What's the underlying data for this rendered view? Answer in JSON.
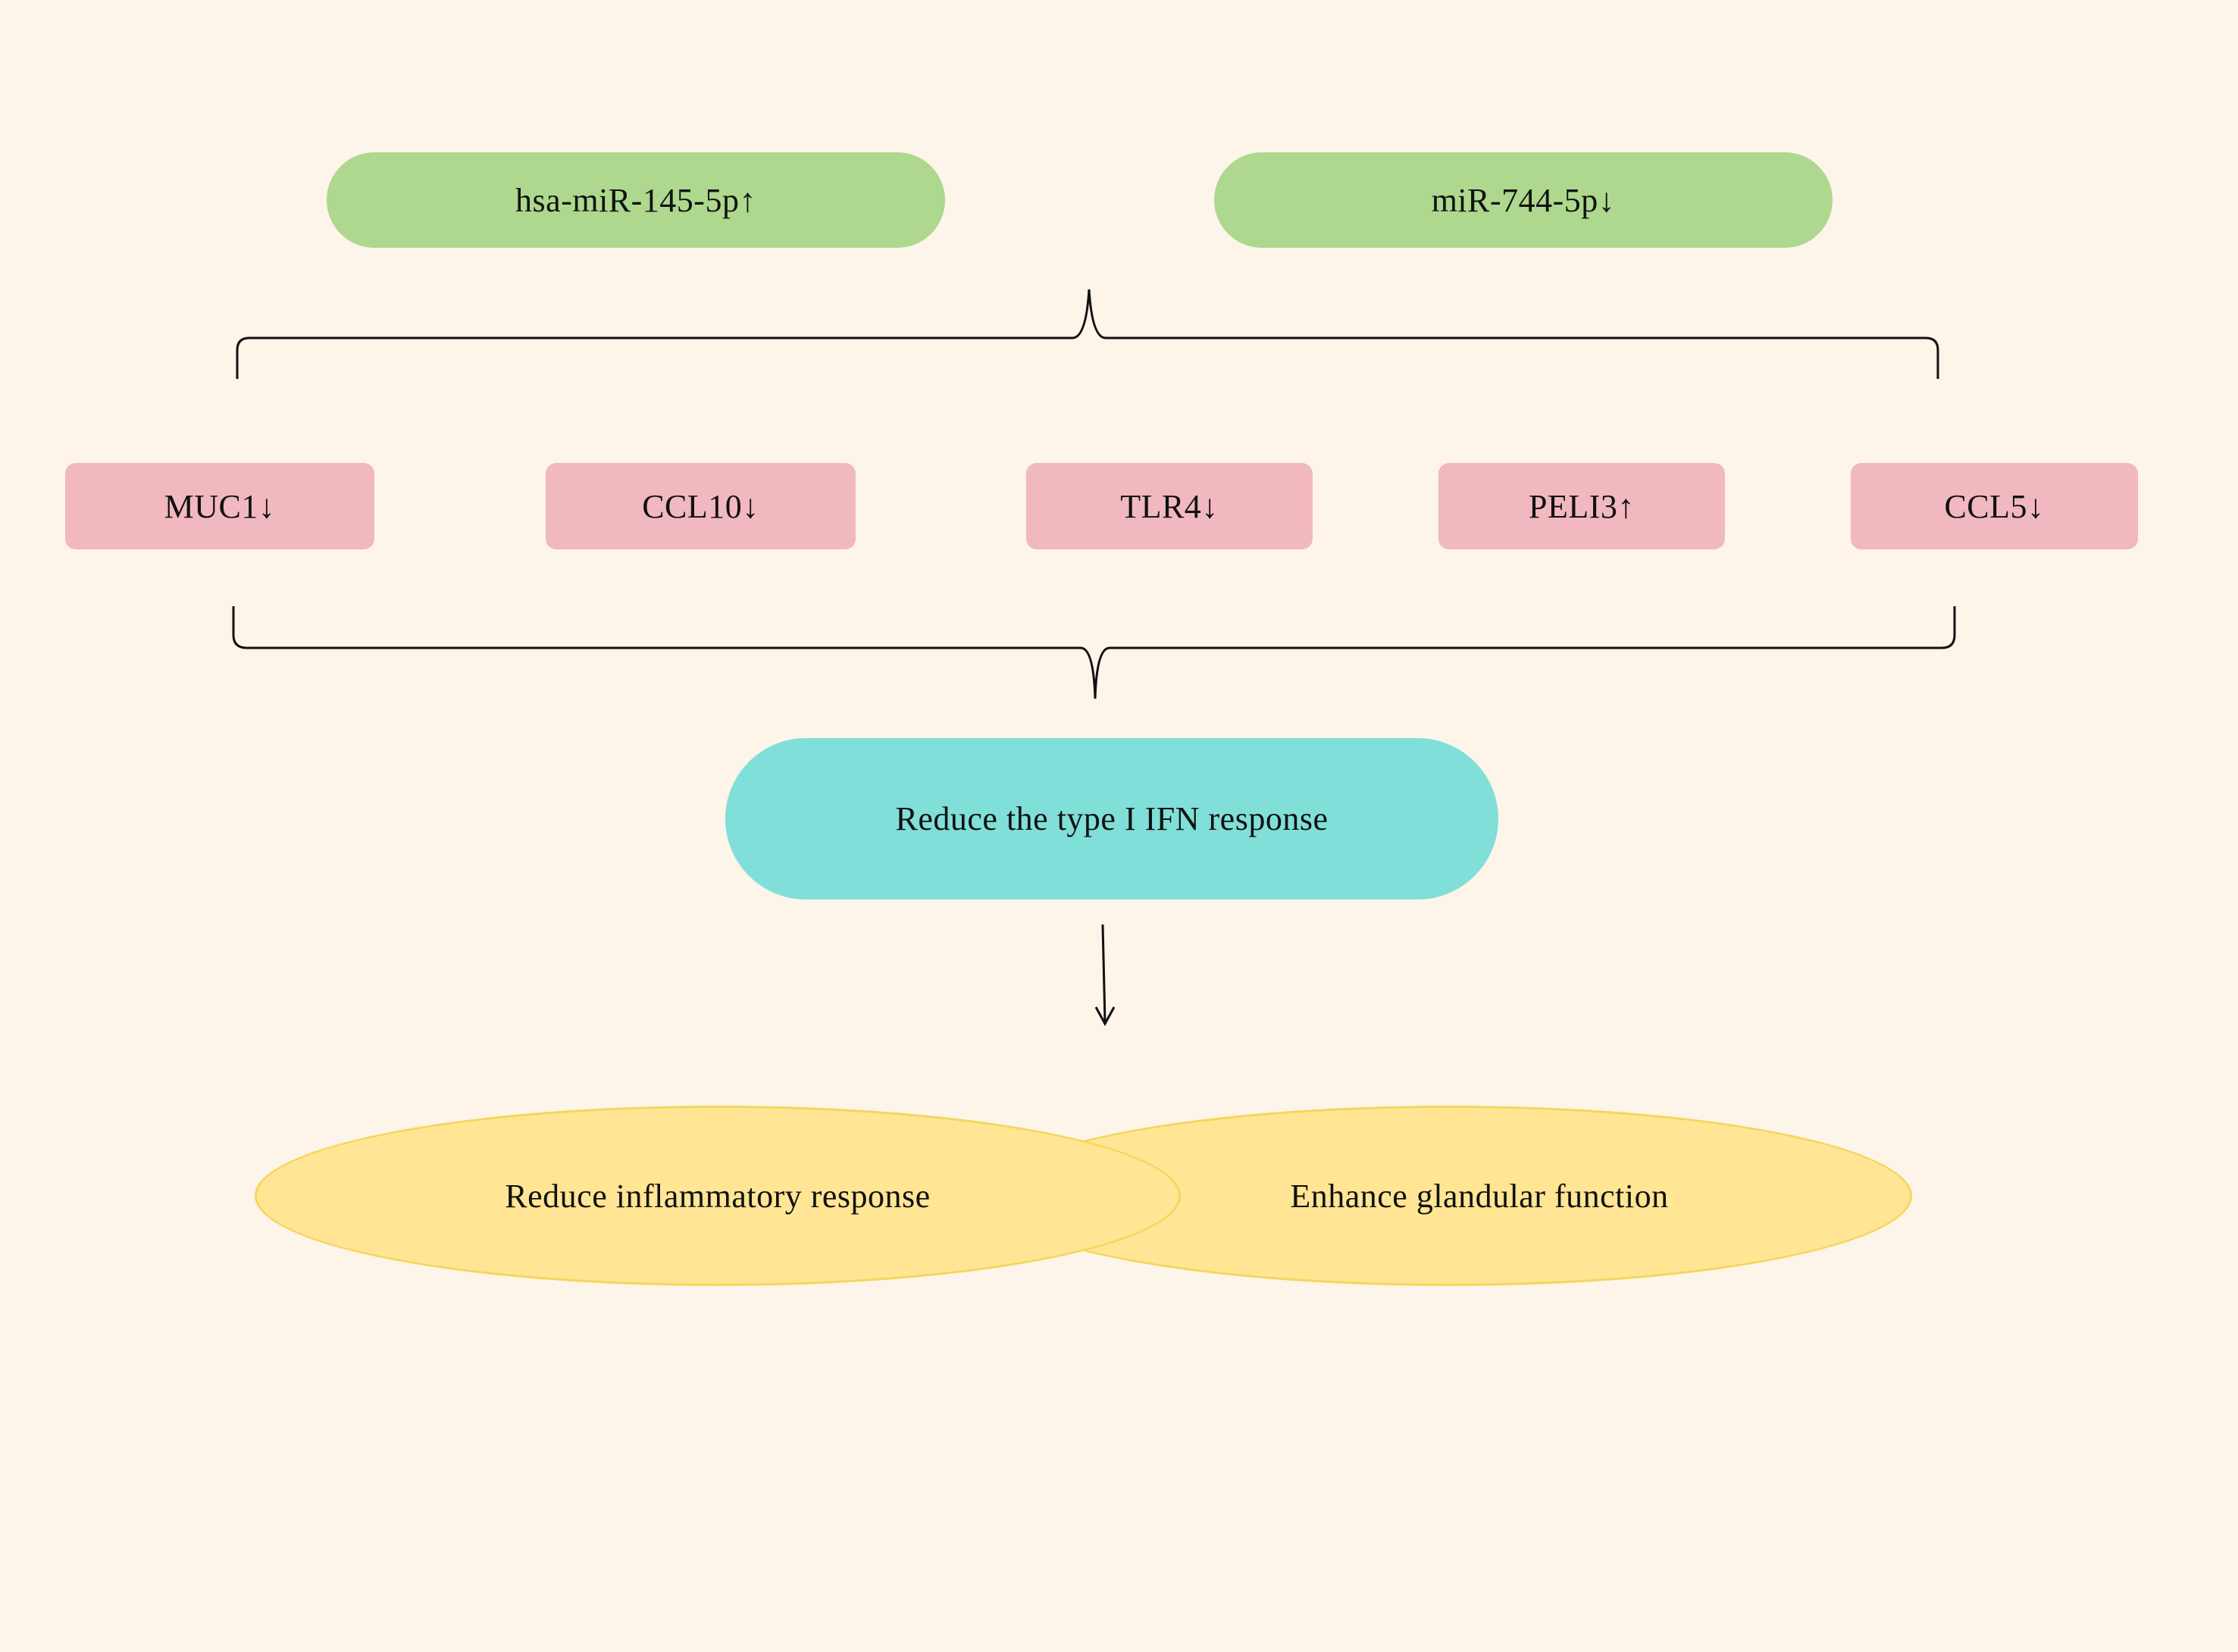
{
  "mirnas": [
    {
      "label": "hsa-miR-145-5p↑"
    },
    {
      "label": "miR-744-5p↓"
    }
  ],
  "genes": [
    {
      "label": "MUC1↓"
    },
    {
      "label": "CCL10↓"
    },
    {
      "label": "TLR4↓"
    },
    {
      "label": "PELI3↑"
    },
    {
      "label": "CCL5↓"
    }
  ],
  "pathway": {
    "label": "Reduce the type I IFN response"
  },
  "outcomes": [
    {
      "label": "Reduce inflammatory response"
    },
    {
      "label": "Enhance glandular function"
    }
  ],
  "colors": {
    "background": "#fdf4ea",
    "mirna_fill": "#add88e",
    "gene_fill": "#f2b8bf",
    "pathway_fill": "#80dfd8",
    "outcome_fill": "#ffe594",
    "outcome_stroke": "#f4d65c",
    "line": "#111111"
  }
}
